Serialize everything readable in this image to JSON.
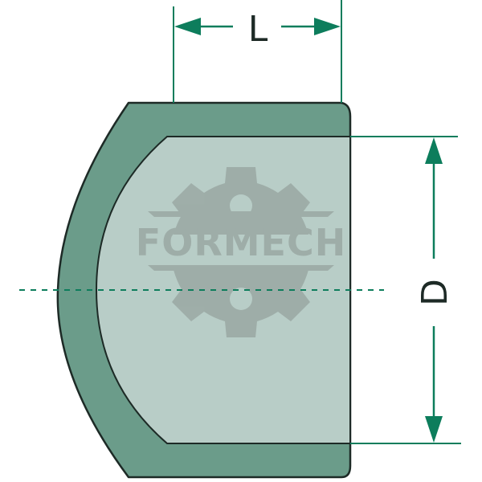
{
  "dimensions": {
    "length_label": "L",
    "diameter_label": "D"
  },
  "watermark": {
    "text": "FORMECH"
  },
  "colors": {
    "cap_body": "#6b9c8a",
    "cap_inner": "#b8cdc7",
    "outline": "#1d2a26",
    "dimension": "#0d7d5c",
    "watermark": "#9aa8a3"
  }
}
